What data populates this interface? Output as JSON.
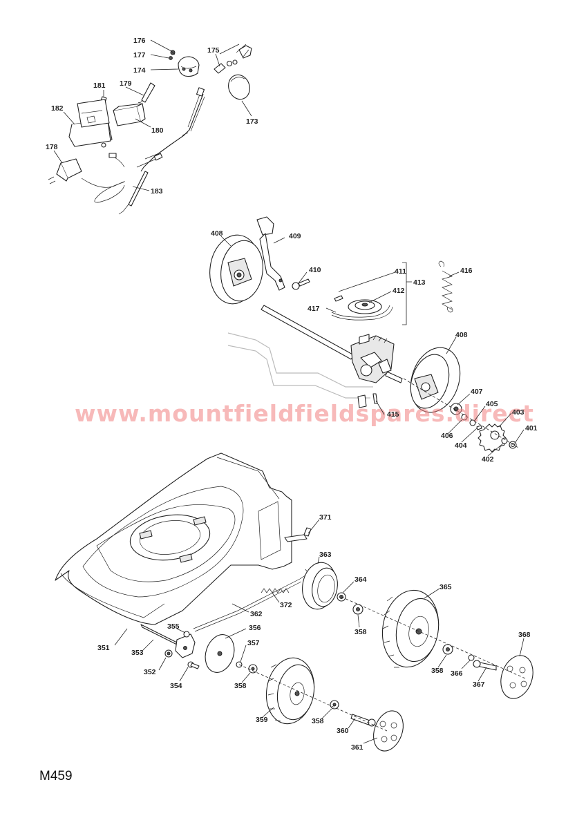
{
  "watermark": "www.mountfieldfieldspares.direct",
  "diagram_code": "M459",
  "callouts": [
    "176",
    "177",
    "174",
    "175",
    "173",
    "181",
    "179",
    "182",
    "180",
    "178",
    "183",
    "408",
    "409",
    "410",
    "411",
    "412",
    "413",
    "416",
    "417",
    "408",
    "407",
    "405",
    "403",
    "401",
    "415",
    "406",
    "404",
    "402",
    "371",
    "363",
    "364",
    "358",
    "365",
    "368",
    "372",
    "362",
    "355",
    "356",
    "357",
    "351",
    "353",
    "352",
    "354",
    "358",
    "358",
    "366",
    "367",
    "359",
    "358",
    "360",
    "361"
  ]
}
